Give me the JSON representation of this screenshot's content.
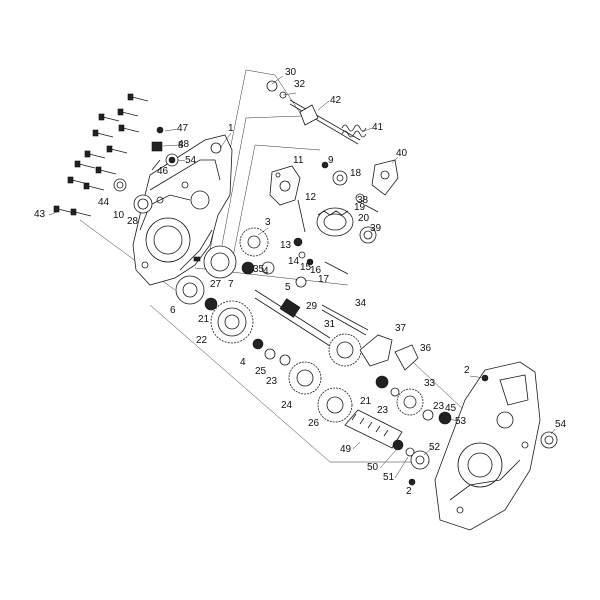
{
  "labels": [
    "1",
    "2",
    "2",
    "3",
    "4",
    "4",
    "5",
    "6",
    "7",
    "8",
    "9",
    "10",
    "11",
    "12",
    "13",
    "14",
    "15",
    "16",
    "17",
    "18",
    "19",
    "20",
    "21",
    "21",
    "22",
    "23",
    "23",
    "23",
    "24",
    "25",
    "26",
    "27",
    "28",
    "29",
    "30",
    "31",
    "32",
    "33",
    "34",
    "35",
    "36",
    "37",
    "38",
    "39",
    "40",
    "41",
    "42",
    "43",
    "44",
    "45",
    "46",
    "47",
    "48",
    "49",
    "50",
    "51",
    "52",
    "53",
    "54",
    "54"
  ],
  "colors": {
    "ink": "#1a1a1a",
    "background": "#ffffff"
  }
}
